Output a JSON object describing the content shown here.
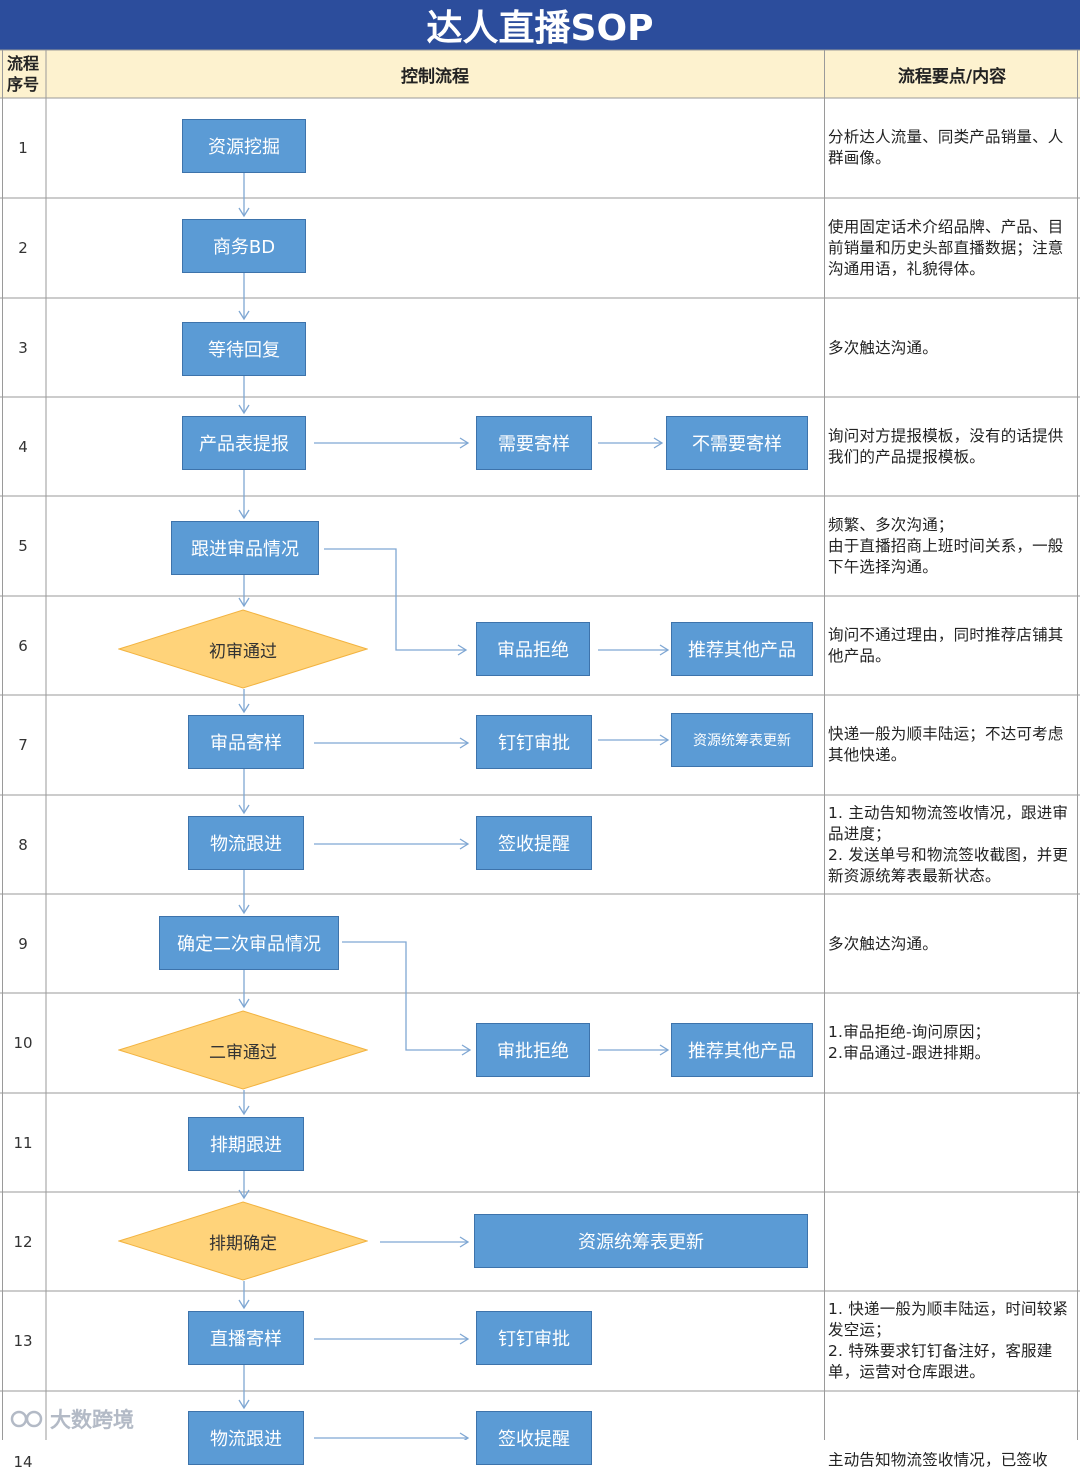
{
  "title": "达人直播SOP",
  "headers": {
    "seq": "流程\n序号",
    "flow": "控制流程",
    "points": "流程要点/内容"
  },
  "rows": [
    {
      "num": "1",
      "desc": "分析达人流量、同类产品销量、人群画像。"
    },
    {
      "num": "2",
      "desc": "使用固定话术介绍品牌、产品、目前销量和历史头部直播数据；注意沟通用语，礼貌得体。"
    },
    {
      "num": "3",
      "desc": "多次触达沟通。"
    },
    {
      "num": "4",
      "desc": "询问对方提报模板，没有的话提供我们的产品提报模板。"
    },
    {
      "num": "5",
      "desc": "频繁、多次沟通；\n由于直播招商上班时间关系，一般下午选择沟通。"
    },
    {
      "num": "6",
      "desc": "询问不通过理由，同时推荐店铺其他产品。"
    },
    {
      "num": "7",
      "desc": "快递一般为顺丰陆运；不达可考虑其他快递。"
    },
    {
      "num": "8",
      "desc": "1. 主动告知物流签收情况，跟进审品进度；\n2. 发送单号和物流签收截图，并更新资源统筹表最新状态。"
    },
    {
      "num": "9",
      "desc": "多次触达沟通。"
    },
    {
      "num": "10",
      "desc": "1.审品拒绝-询问原因；\n2.审品通过-跟进排期。"
    },
    {
      "num": "11",
      "desc": ""
    },
    {
      "num": "12",
      "desc": ""
    },
    {
      "num": "13",
      "desc": "1. 快递一般为顺丰陆运，时间较紧发空运；\n2. 特殊要求钉钉备注好，客服建单，运营对仓库跟进。"
    },
    {
      "num": "14",
      "desc": "主动告知物流签收情况，已签收"
    }
  ],
  "nodes": {
    "n1": "资源挖掘",
    "n2": "商务BD",
    "n3": "等待回复",
    "n4": "产品表提报",
    "n4b": "需要寄样",
    "n4c": "不需要寄样",
    "n5": "跟进审品情况",
    "n6": "初审通过",
    "n6b": "审品拒绝",
    "n6c": "推荐其他产品",
    "n7": "审品寄样",
    "n7b": "钉钉审批",
    "n7c": "资源统筹表更新",
    "n8": "物流跟进",
    "n8b": "签收提醒",
    "n9": "确定二次审品情况",
    "n10": "二审通过",
    "n10b": "审批拒绝",
    "n10c": "推荐其他产品",
    "n11": "排期跟进",
    "n12": "排期确定",
    "n12b": "资源统筹表更新",
    "n13": "直播寄样",
    "n13b": "钉钉审批",
    "n14": "物流跟进",
    "n14b": "签收提醒"
  },
  "colors": {
    "title_bg": "#2c4d9c",
    "header_bg": "#fdf2cf",
    "box_fill": "#5b9bd5",
    "diamond_fill": "#ffd37a",
    "arrow": "#7fa7d3"
  },
  "watermark": "大数跨境"
}
